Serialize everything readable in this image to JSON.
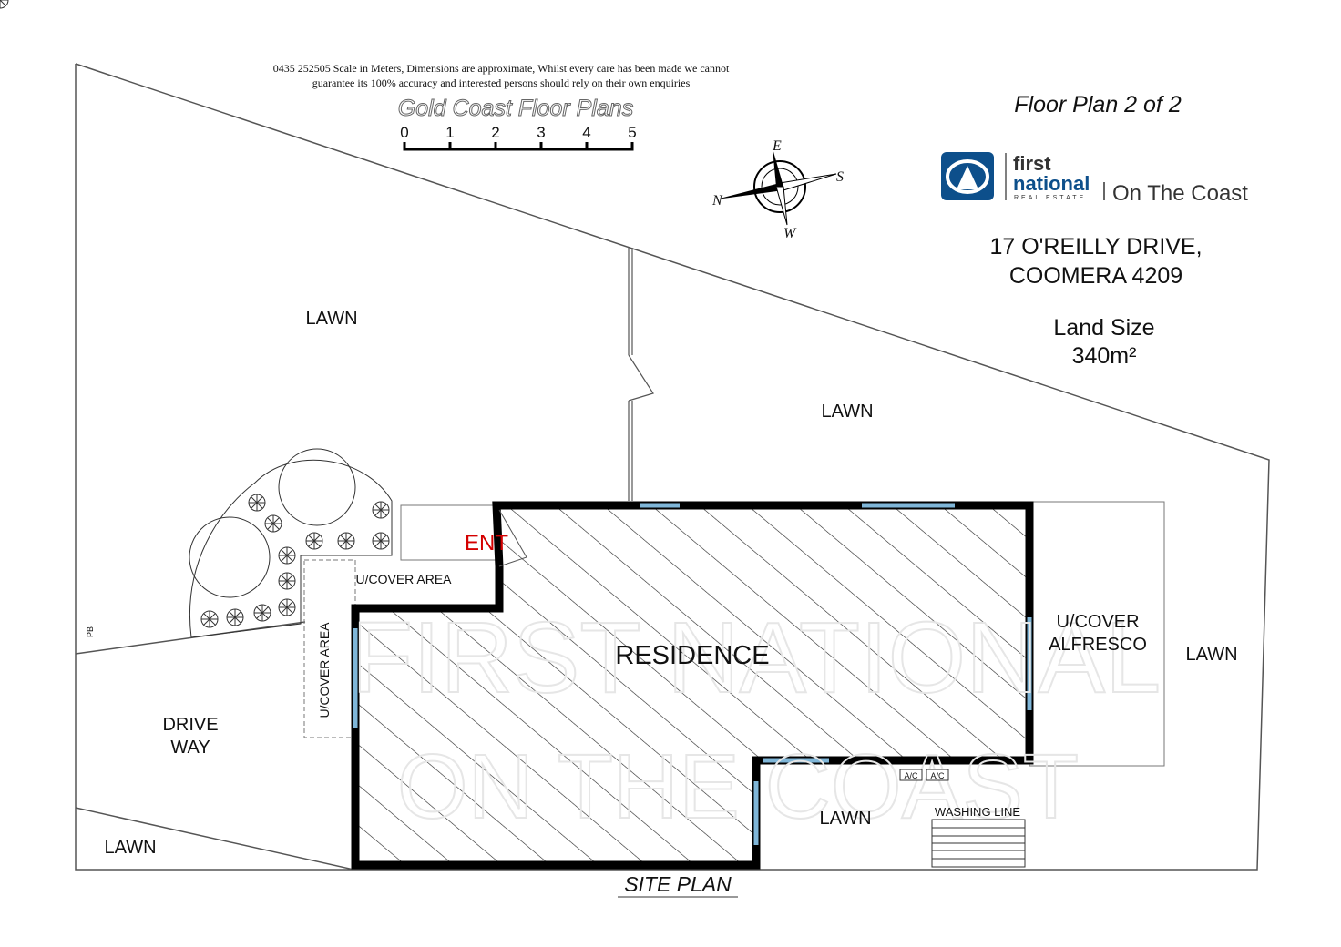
{
  "disclaimer": {
    "line1": "0435 252505 Scale in Meters, Dimensions are approximate, Whilst every care has been made we cannot",
    "line2": "guarantee its 100% accuracy and interested persons should rely on their own enquiries"
  },
  "brand": "Gold Coast Floor Plans",
  "scale": {
    "ticks": [
      "0",
      "1",
      "2",
      "3",
      "4",
      "5"
    ],
    "unit": "meters"
  },
  "header": {
    "title": "Floor Plan 2 of 2",
    "address_line1": "17 O'REILLY DRIVE,",
    "address_line2": "COOMERA 4209",
    "land_size_label": "Land Size",
    "land_size_value": "340m²"
  },
  "logo": {
    "word1": "first",
    "word2": "national",
    "word3": "REAL ESTATE",
    "suffix": "On The Coast",
    "color": "#0d4f8b"
  },
  "compass": {
    "n": "N",
    "e": "E",
    "s": "S",
    "w": "W"
  },
  "areas": {
    "lawn_top_left": "LAWN",
    "lawn_top_right": "LAWN",
    "lawn_right": "LAWN",
    "lawn_bottom": "LAWN",
    "lawn_bottom_left": "LAWN",
    "residence": "RESIDENCE",
    "entry": "ENT",
    "ucover_top": "U/COVER AREA",
    "ucover_left": "U/COVER AREA",
    "alfresco_line1": "U/COVER",
    "alfresco_line2": "ALFRESCO",
    "driveway_line1": "DRIVE",
    "driveway_line2": "WAY",
    "washing_line": "WASHING LINE",
    "ac1": "A/C",
    "ac2": "A/C",
    "pb": "PB"
  },
  "watermark": {
    "line1": "FIRST NATIONAL",
    "line2": "ON THE COAST"
  },
  "footer": {
    "title": "SITE PLAN"
  },
  "colors": {
    "entry": "#d40000",
    "wall": "#000000",
    "window": "#7fb6d8"
  }
}
